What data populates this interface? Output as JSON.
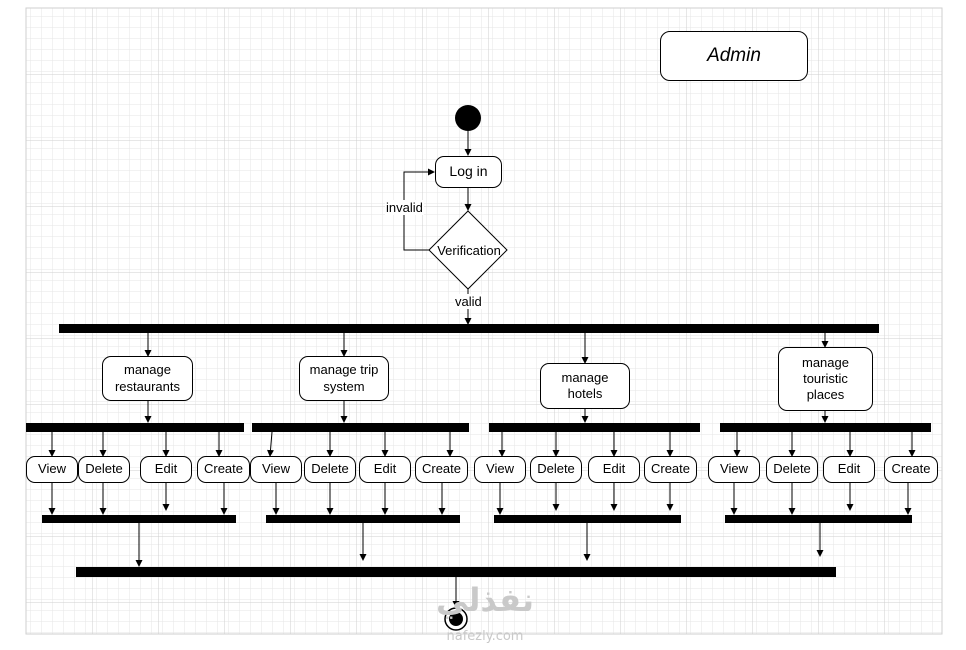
{
  "diagram": {
    "title": "Admin",
    "nodes": {
      "login": "Log in",
      "verification": "Verification",
      "invalid": "invalid",
      "valid": "valid",
      "manage_restaurants": "manage restaurants",
      "manage_trip": "manage trip system",
      "manage_hotels": "manage hotels",
      "manage_places": "manage touristic places"
    },
    "actions": [
      "View",
      "Delete",
      "Edit",
      "Create"
    ]
  },
  "watermark": {
    "arabic": "نفذلي",
    "latin": "nafezly.com"
  },
  "colors": {
    "grid_minor": "#e6e6e6",
    "grid_major": "#cfcfcf",
    "line": "#000000"
  }
}
